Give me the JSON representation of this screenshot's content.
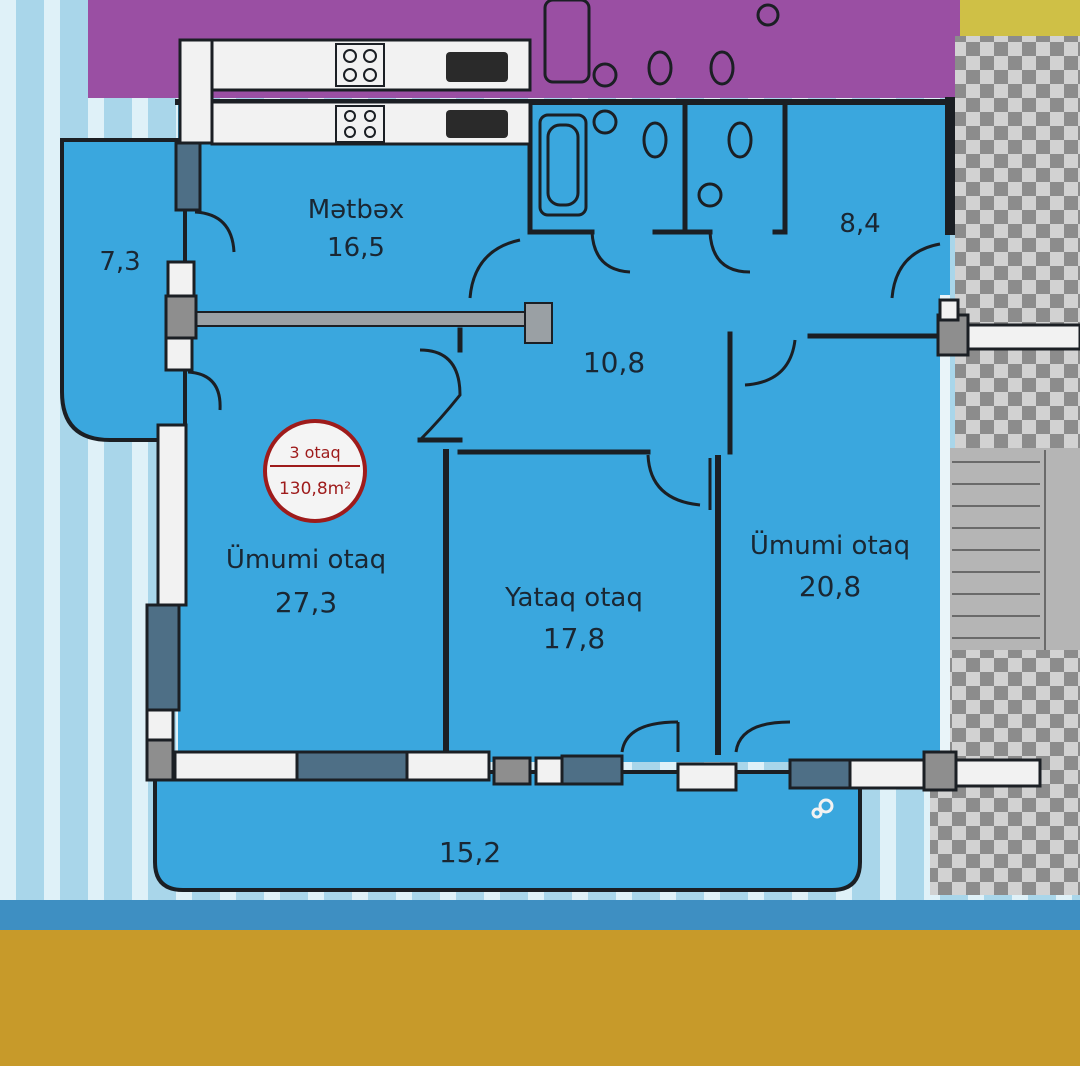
{
  "plan": {
    "badge": {
      "rooms": "3 otaq",
      "total_area": "130,8m²"
    },
    "rooms": [
      {
        "id": "kitchen",
        "name": "Mətbəx",
        "area": "16,5"
      },
      {
        "id": "balcony-left",
        "name": "",
        "area": "7,3"
      },
      {
        "id": "utility",
        "name": "",
        "area": "8,4"
      },
      {
        "id": "hall",
        "name": "",
        "area": "10,8"
      },
      {
        "id": "living-left",
        "name": "Ümumi otaq",
        "area": "27,3"
      },
      {
        "id": "bedroom",
        "name": "Yataq otaq",
        "area": "17,8"
      },
      {
        "id": "living-right",
        "name": "Ümumi otaq",
        "area": "20,8"
      },
      {
        "id": "balcony-bottom",
        "name": "",
        "area": "15,2"
      }
    ],
    "colors": {
      "highlight_fill": "#3aa7de",
      "neighbor_fill": "#9a4fa3",
      "outside_fill": "#a9d6ea",
      "stripe": "#dff1f8",
      "wall": "#1b1f24",
      "checker_dark": "#8c8c8c",
      "checker_light": "#d2d2d2",
      "table_surface": "#c79a2a",
      "badge_ring": "#9e1b1b"
    },
    "icons": [
      "bathtub-icon",
      "toilet-icon",
      "sink-icon",
      "stove-icon",
      "door-swing-icon",
      "window-icon",
      "stair-icon"
    ]
  }
}
